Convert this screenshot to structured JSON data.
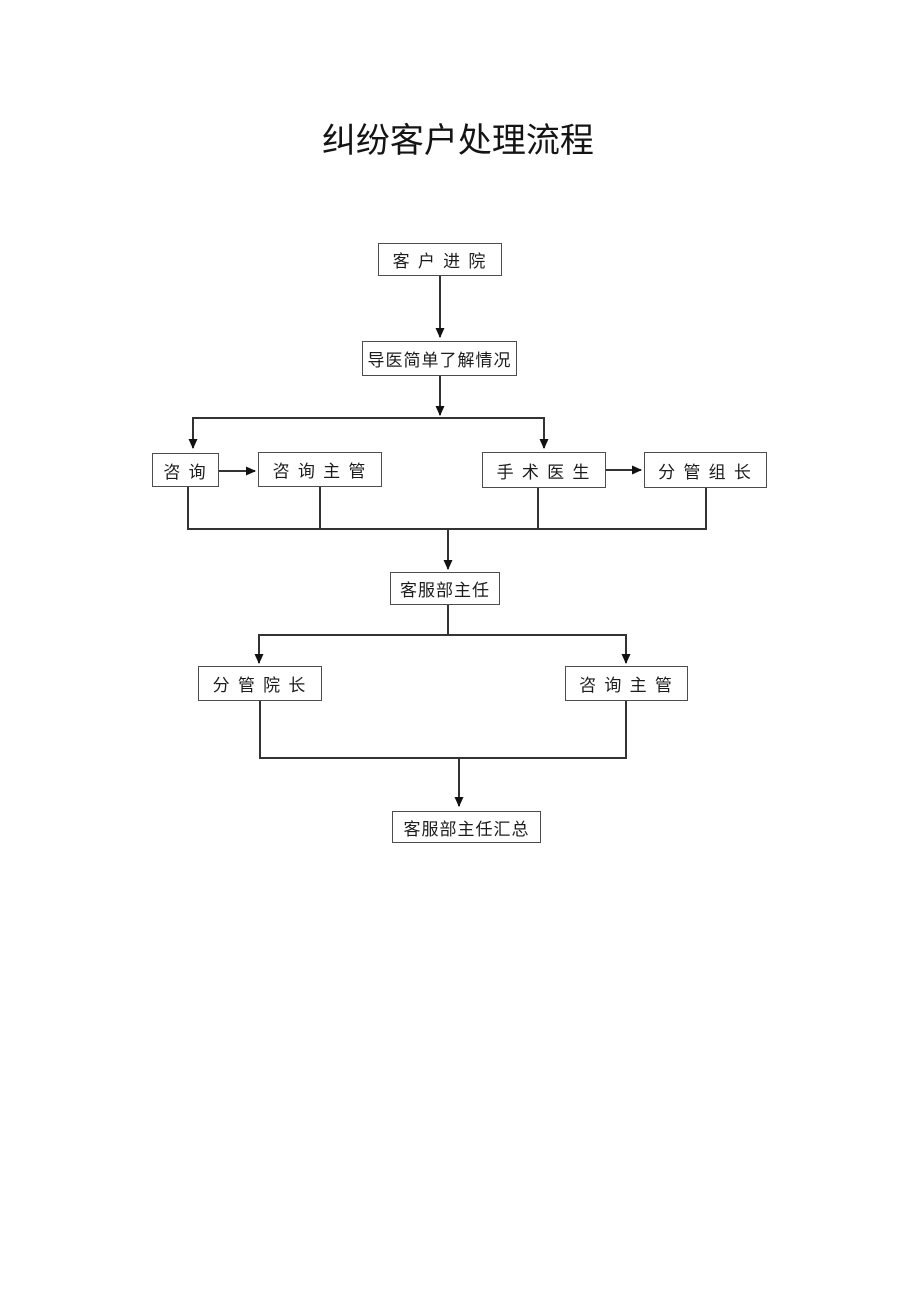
{
  "title": "纠纷客户处理流程",
  "colors": {
    "background": "#ffffff",
    "line": "#333333",
    "arrowhead": "#111111",
    "box_border": "#4d4d4d",
    "text": "#1c1c1c"
  },
  "flowchart": {
    "nodes": [
      {
        "id": "customer-enter",
        "label": "客 户 进 院"
      },
      {
        "id": "guide-understand",
        "label": "导医简单了解情况"
      },
      {
        "id": "consult",
        "label": "咨 询"
      },
      {
        "id": "consult-supervisor",
        "label": "咨 询 主 管"
      },
      {
        "id": "surgeon",
        "label": "手 术 医 生"
      },
      {
        "id": "group-leader",
        "label": "分 管 组 长"
      },
      {
        "id": "service-director",
        "label": "客服部主任"
      },
      {
        "id": "vp-in-charge",
        "label": "分 管 院 长"
      },
      {
        "id": "consult-supervisor-2",
        "label": "咨 询 主 管"
      },
      {
        "id": "service-director-summary",
        "label": "客服部主任汇总"
      }
    ],
    "edges": [
      {
        "from": "customer-enter",
        "to": "guide-understand"
      },
      {
        "from": "guide-understand",
        "to": "consult"
      },
      {
        "from": "guide-understand",
        "to": "surgeon"
      },
      {
        "from": "consult",
        "to": "consult-supervisor"
      },
      {
        "from": "surgeon",
        "to": "group-leader"
      },
      {
        "from": "consult",
        "to": "service-director"
      },
      {
        "from": "consult-supervisor",
        "to": "service-director"
      },
      {
        "from": "surgeon",
        "to": "service-director"
      },
      {
        "from": "group-leader",
        "to": "service-director"
      },
      {
        "from": "service-director",
        "to": "vp-in-charge"
      },
      {
        "from": "service-director",
        "to": "consult-supervisor-2"
      },
      {
        "from": "vp-in-charge",
        "to": "service-director-summary"
      },
      {
        "from": "consult-supervisor-2",
        "to": "service-director-summary"
      }
    ]
  }
}
